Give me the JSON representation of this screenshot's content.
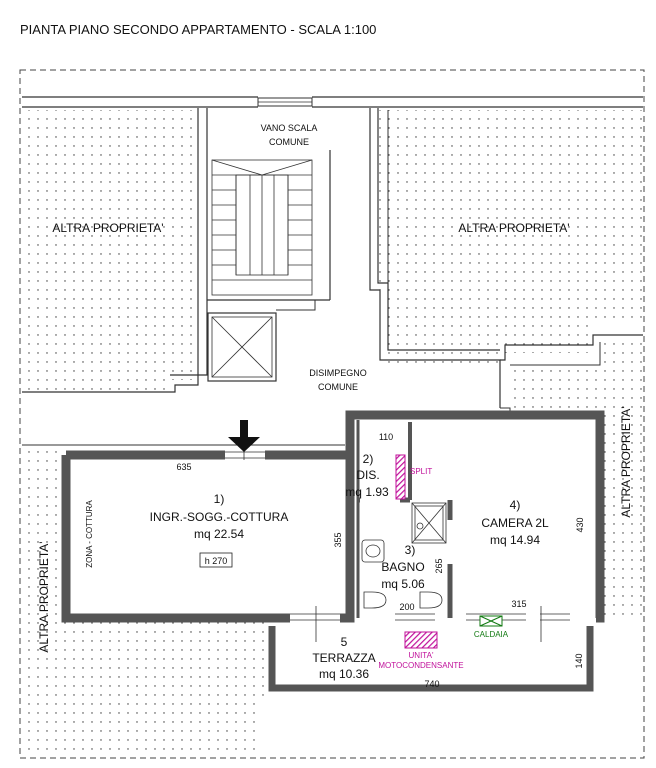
{
  "title": "PIANTA PIANO SECONDO APPARTAMENTO  - SCALA 1:100",
  "common_areas": {
    "stair": [
      "VANO SCALA",
      "COMUNE"
    ],
    "landing": [
      "DISIMPEGNO",
      "COMUNE"
    ]
  },
  "other_property": {
    "left": "ALTRA PROPRIETA'",
    "right": "ALTRA PROPRIETA'",
    "right_side": "ALTRA PROPRIETA'",
    "left_side": "ALTRA PROPRIETA'"
  },
  "rooms": {
    "living": {
      "num": "1)",
      "name": "INGR.-SOGG.-COTTURA",
      "area": "mq 22.54",
      "height": "h 270",
      "zone": "ZONA - COTTURA"
    },
    "dis": {
      "num": "2)",
      "name": "DIS.",
      "area": "mq 1.93"
    },
    "bath": {
      "num": "3)",
      "name": "BAGNO",
      "area": "mq 5.06"
    },
    "bedroom": {
      "num": "4)",
      "name": "CAMERA 2L",
      "area": "mq 14.94"
    },
    "terrace": {
      "num": "5",
      "name": "TERRAZZA",
      "area": "mq 10.36"
    }
  },
  "dimensions": {
    "living_width": "635",
    "dis_width": "110",
    "living_depth": "355",
    "bath_depth": "265",
    "bath_width": "200",
    "bedroom_width": "315",
    "bedroom_depth": "430",
    "terrace_width": "740",
    "terrace_depth": "140"
  },
  "equipment": {
    "split": "SPLIT",
    "outdoor_unit": [
      "UNITA'",
      "MOTOCONDENSANTE"
    ],
    "boiler": "CALDAIA"
  },
  "colors": {
    "equipment": "#c0109a",
    "boiler": "#127a12",
    "walls": "#555555"
  }
}
